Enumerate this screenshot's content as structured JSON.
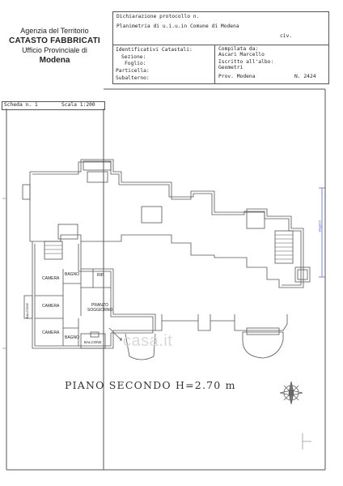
{
  "agency": {
    "line1": "Agenzia del Territorio",
    "line2": "CATASTO FABBRICATI",
    "line3": "Ufficio Provinciale di",
    "line4": "Modena"
  },
  "header": {
    "dichiarazione": "Dichiarazione protocollo n.",
    "planimetria": "Planimetria di u.i.u.in Comune di Modena",
    "civ": "civ."
  },
  "identificativi": {
    "title": "Identificativi Catastali:",
    "sezione": "Sezione:",
    "foglio": "Foglio:",
    "particella": "Particella:",
    "subalterno": "Subalterno:"
  },
  "compilata": {
    "label": "Compilata da:",
    "name": "Ascari Marcello",
    "iscritto": "Iscritto all'albo:",
    "albo": "Geometri",
    "prov": "Prov. Modena",
    "numero": "N.  2424"
  },
  "scheda": {
    "scheda": "Scheda n. 1",
    "scala": "Scala 1:200"
  },
  "rooms": {
    "camera1": "CAMERA",
    "bagno1": "BAGNO",
    "rip": "RIP.",
    "camera2": "CAMERA",
    "balcone_left": "BALCONE",
    "pranzo": "PRANZO",
    "soggiorno": "SOGGIORNO",
    "camera3": "CAMERA",
    "bagno2": "BAGNO",
    "balcone_bottom": "BALCONE",
    "ingresso_mark": "X"
  },
  "plan_title": "PIANO SECONDO H=2.70 m",
  "watermark": "casa.it",
  "side_label": "confine"
}
